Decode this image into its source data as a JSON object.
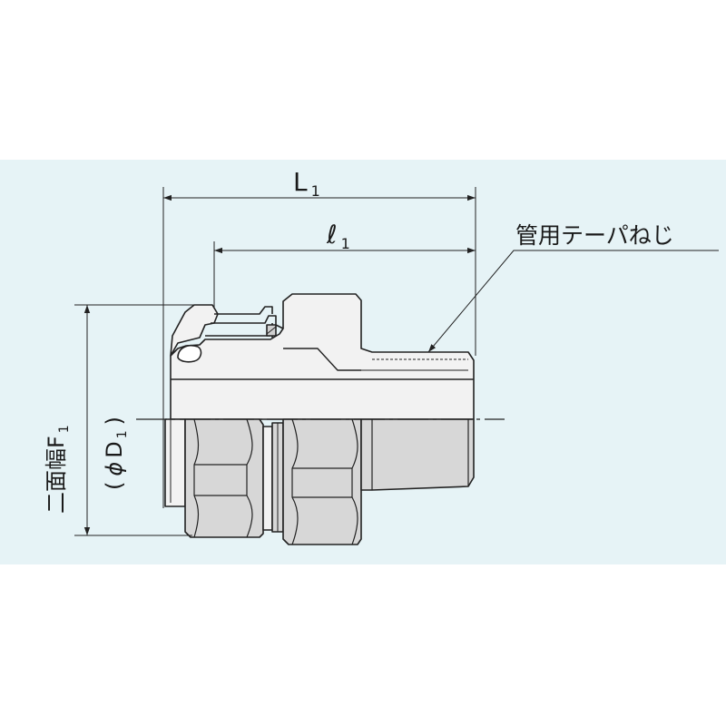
{
  "diagram": {
    "dimensions": {
      "L_main": "L",
      "L_sub": "1",
      "l_main": "ℓ",
      "l_sub": "1"
    },
    "callout": "管用テーパねじ",
    "side_label": {
      "width_main": "二面幅F",
      "width_sub": "1",
      "dia_open": "(",
      "dia_phi": "ϕ",
      "dia_D": "D",
      "dia_sub": "1",
      "dia_close": ")"
    },
    "colors": {
      "background": "#e6f3f6",
      "body": "#f2f2f2",
      "nut_face": "#d7d7d7",
      "line": "#222222"
    }
  }
}
